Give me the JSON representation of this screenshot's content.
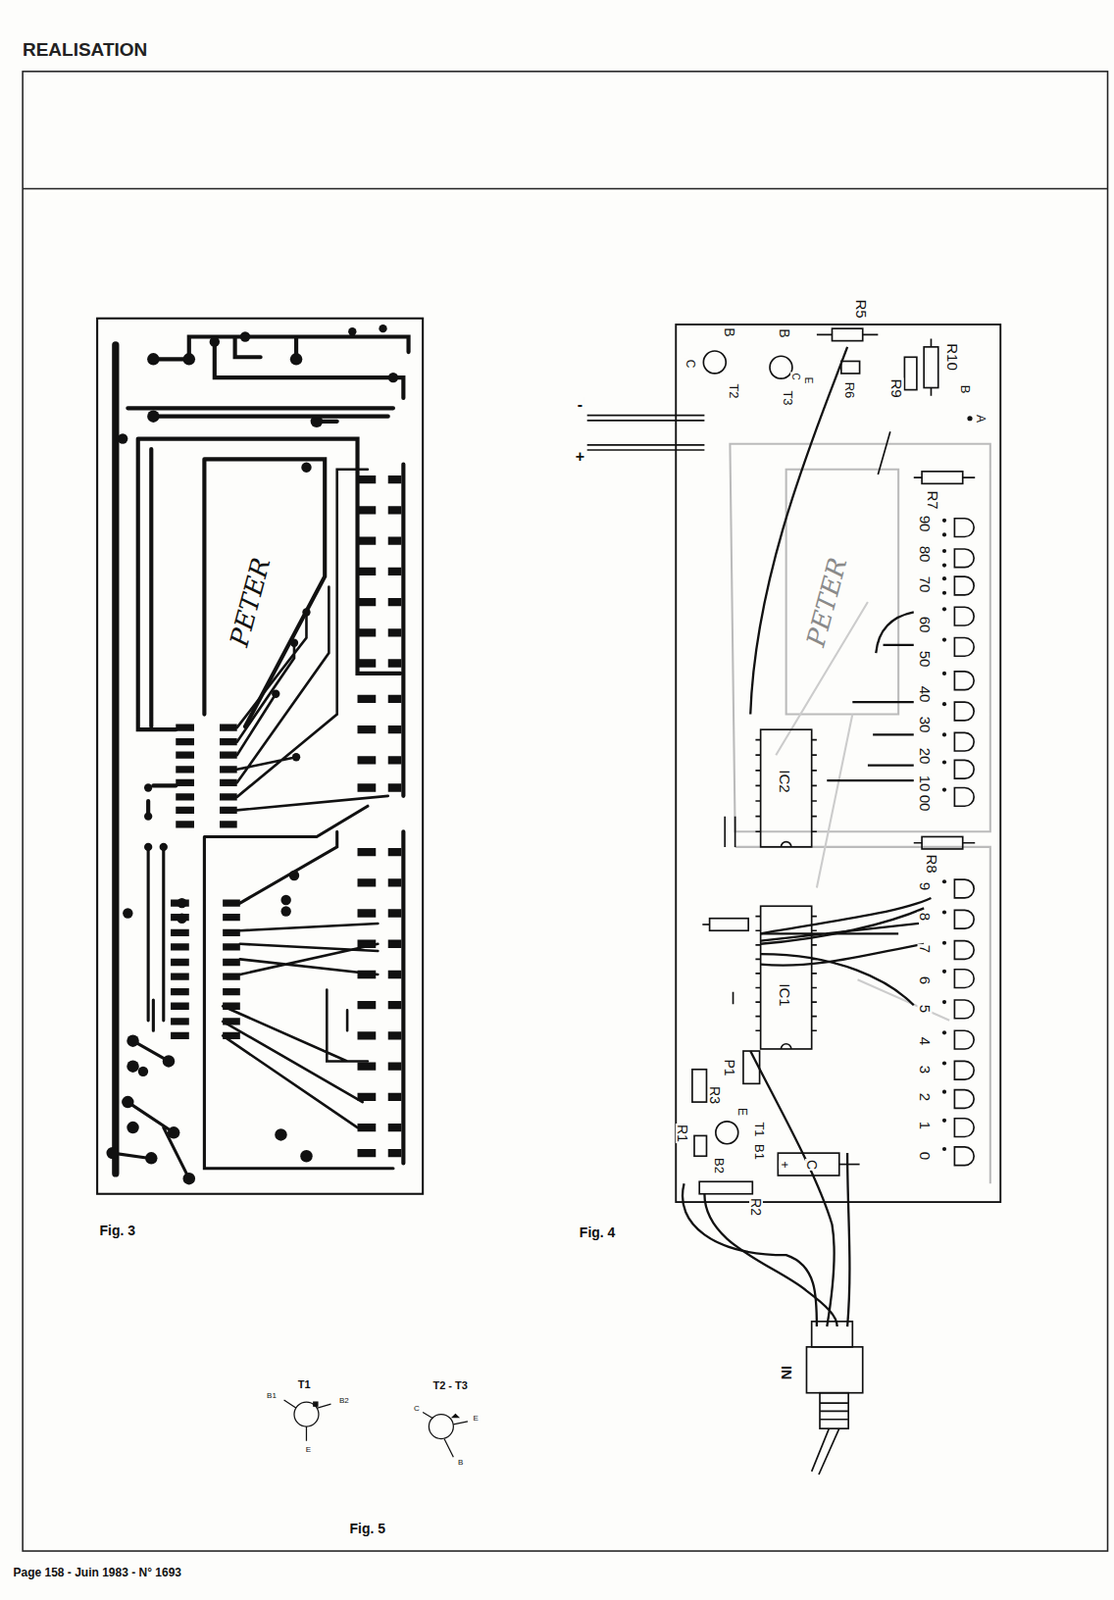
{
  "diagram": {
    "title": "REALISATION",
    "labels": [
      "Fig. 3",
      "Fig. 4",
      "Fig. 5",
      "Page 158 - Juin 1983 - N° 1693",
      "PETER",
      "R5",
      "R10",
      "B",
      "A",
      "R9",
      "B",
      "B",
      "C",
      "E",
      "T3",
      "C",
      "T2",
      "R6",
      "-",
      "+",
      "R7",
      "90",
      "80",
      "70",
      "60",
      "50",
      "40",
      "30",
      "20",
      "10",
      "00",
      "PETER",
      "IC2",
      "R8",
      "9",
      "8",
      "7",
      "6",
      "5",
      "4",
      "3",
      "2",
      "1",
      "0",
      "IC1",
      "P1",
      "R3",
      "E",
      "R1",
      "T1",
      "B1",
      "B2",
      "R2",
      "+",
      "C",
      "IN",
      "T1",
      "B1",
      "B2",
      "E",
      "T2 - T3",
      "C",
      "E",
      "B"
    ]
  }
}
